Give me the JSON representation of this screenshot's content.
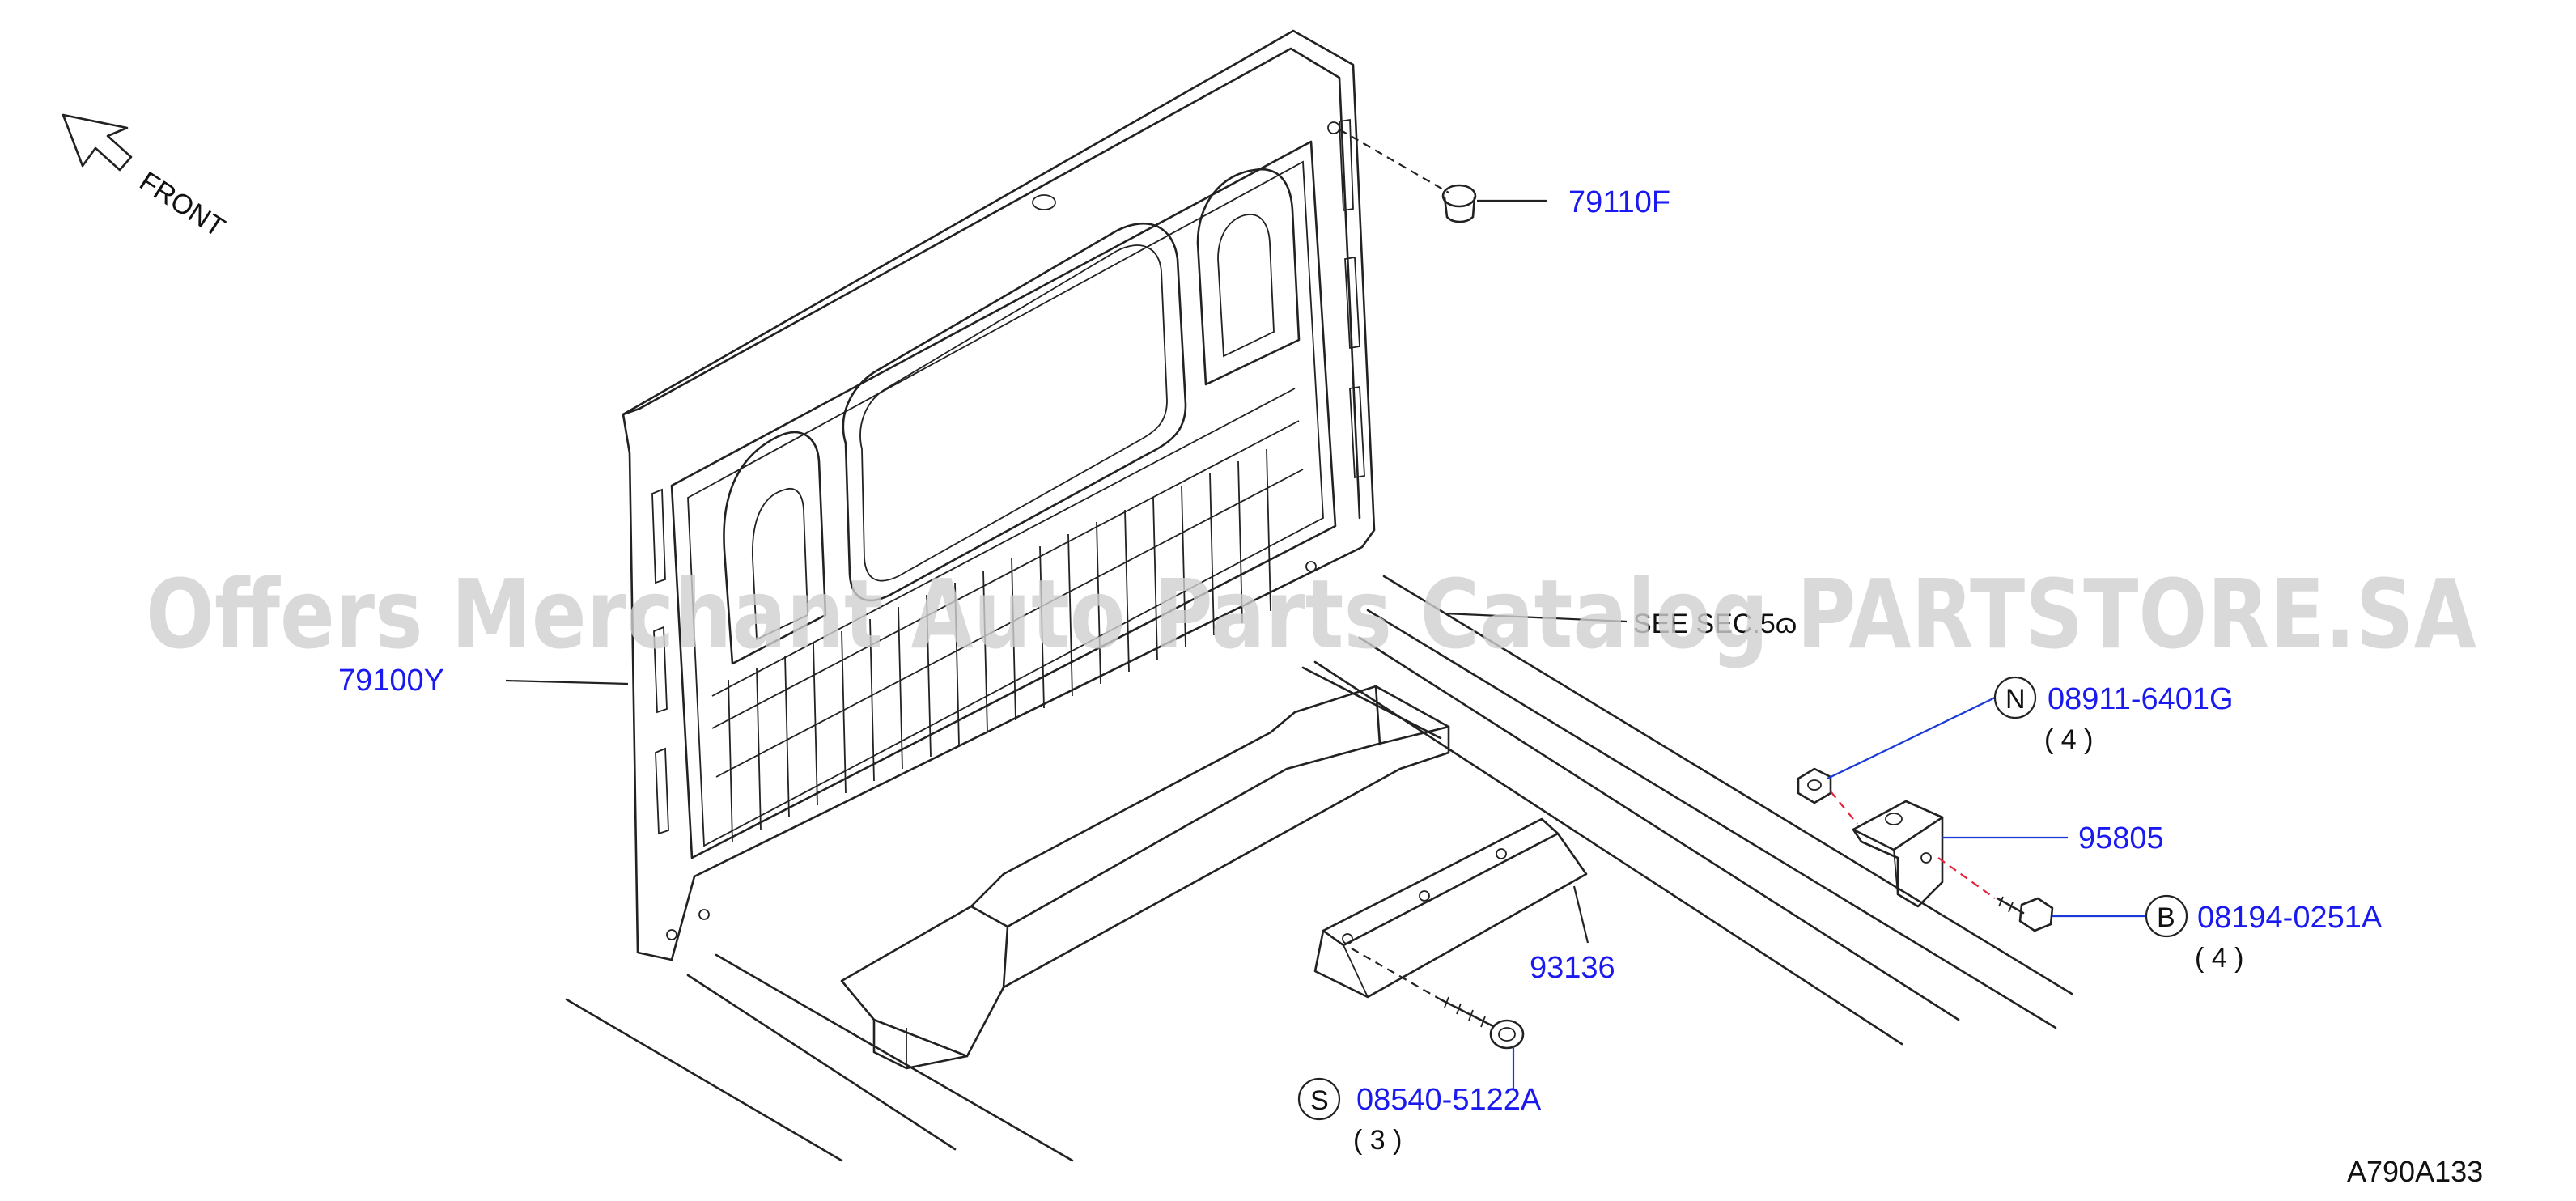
{
  "diagram": {
    "front_label": "FRONT",
    "see_sec_label": "SEE SEC.5ɷ",
    "watermark": "Offers Merchant Auto Parts Catalog PARTSTORE.SA",
    "figure_code": "A790A133",
    "parts": {
      "p79110F": {
        "number": "79110F"
      },
      "p79100Y": {
        "number": "79100Y"
      },
      "p08911": {
        "marker": "N",
        "number": "08911-6401G",
        "qty": "( 4 )"
      },
      "p95805": {
        "number": "95805"
      },
      "p08194": {
        "marker": "B",
        "number": "08194-0251A",
        "qty": "( 4 )"
      },
      "p93136": {
        "number": "93136"
      },
      "p08540": {
        "marker": "S",
        "number": "08540-5122A",
        "qty": "( 3 )"
      }
    }
  }
}
